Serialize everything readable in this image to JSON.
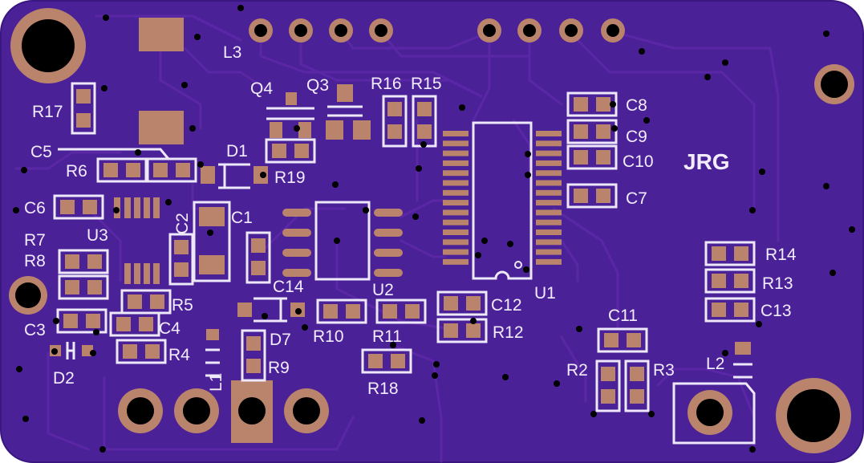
{
  "board": {
    "brand_text": "JRG",
    "colors": {
      "substrate": "#4b2197",
      "copper": "#b9836c",
      "silkscreen": "#eee8fb",
      "trace": "#5a27a6"
    }
  },
  "labels": {
    "L3": "L3",
    "Q4": "Q4",
    "Q3": "Q3",
    "R16": "R16",
    "R15": "R15",
    "C8": "C8",
    "C9": "C9",
    "C10": "C10",
    "C7": "C7",
    "R17": "R17",
    "C5": "C5",
    "R6": "R6",
    "D1": "D1",
    "R19": "R19",
    "C6": "C6",
    "C2": "C2",
    "C1": "C1",
    "R7": "R7",
    "U3": "U3",
    "R8": "R8",
    "R5": "R5",
    "C14": "C14",
    "C12": "C12",
    "U1": "U1",
    "U2": "U2",
    "C3": "C3",
    "C4": "C4",
    "D7": "D7",
    "R10": "R10",
    "R11": "R11",
    "R12": "R12",
    "R4": "R4",
    "D2": "D2",
    "R9": "R9",
    "L1": "L1",
    "R18": "R18",
    "R14": "R14",
    "R13": "R13",
    "C13": "C13",
    "C11": "C11",
    "R2": "R2",
    "R3": "R3",
    "L2": "L2"
  }
}
